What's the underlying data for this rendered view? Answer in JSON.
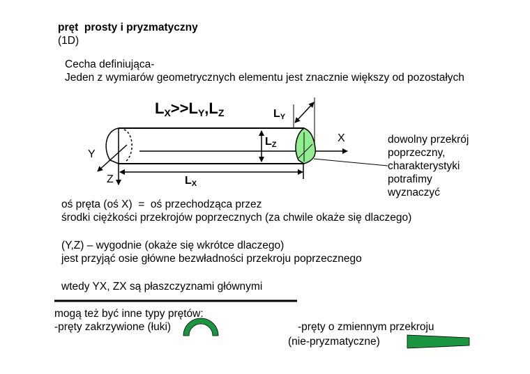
{
  "title": "pręt  prosty i pryzmatyczny",
  "subtitle": "(1D)",
  "definition": {
    "heading": "Cecha definiująca-",
    "text": "Jeden z wymiarów geometrycznych elementu jest znacznie większy od pozostałych"
  },
  "diagram": {
    "formula": {
      "L1": "L",
      "s1": "X",
      "op": ">>",
      "L2": "L",
      "s2": "Y",
      "comma": ",",
      "L3": "L",
      "s3": "Z"
    },
    "label_x": "X",
    "label_y": "Y",
    "label_z": "Z",
    "label_lx": {
      "L": "L",
      "s": "X"
    },
    "label_ly": {
      "L": "L",
      "s": "Y"
    },
    "label_lz": {
      "L": "L",
      "s": "Z"
    },
    "cross_section_color": "#90EE90",
    "note": [
      "dowolny przekrój",
      "poprzeczny,",
      "charakterystyki",
      "potrafimy",
      "wyznaczyć"
    ]
  },
  "paragraphs": [
    "oś pręta (oś X)  =  oś przechodząca przez",
    "środki ciężkości przekrojów poprzecznych (za chwile okaże się dlaczego)",
    "(Y,Z) – wygodnie (okaże się wkrótce dlaczego)",
    "jest przyjąć osie główne bezwładności przekroju poprzecznego",
    "wtedy YX, ZX są płaszczyznami głównymi"
  ],
  "other_types": {
    "intro": "mogą też być inne typy prętów:",
    "curved": "-pręty zakrzywione (łuki)",
    "variable": "-pręty o zmiennym przekroju",
    "variable_note": "(nie-pryzmatyczne)",
    "shape_color": "#1a9641"
  }
}
